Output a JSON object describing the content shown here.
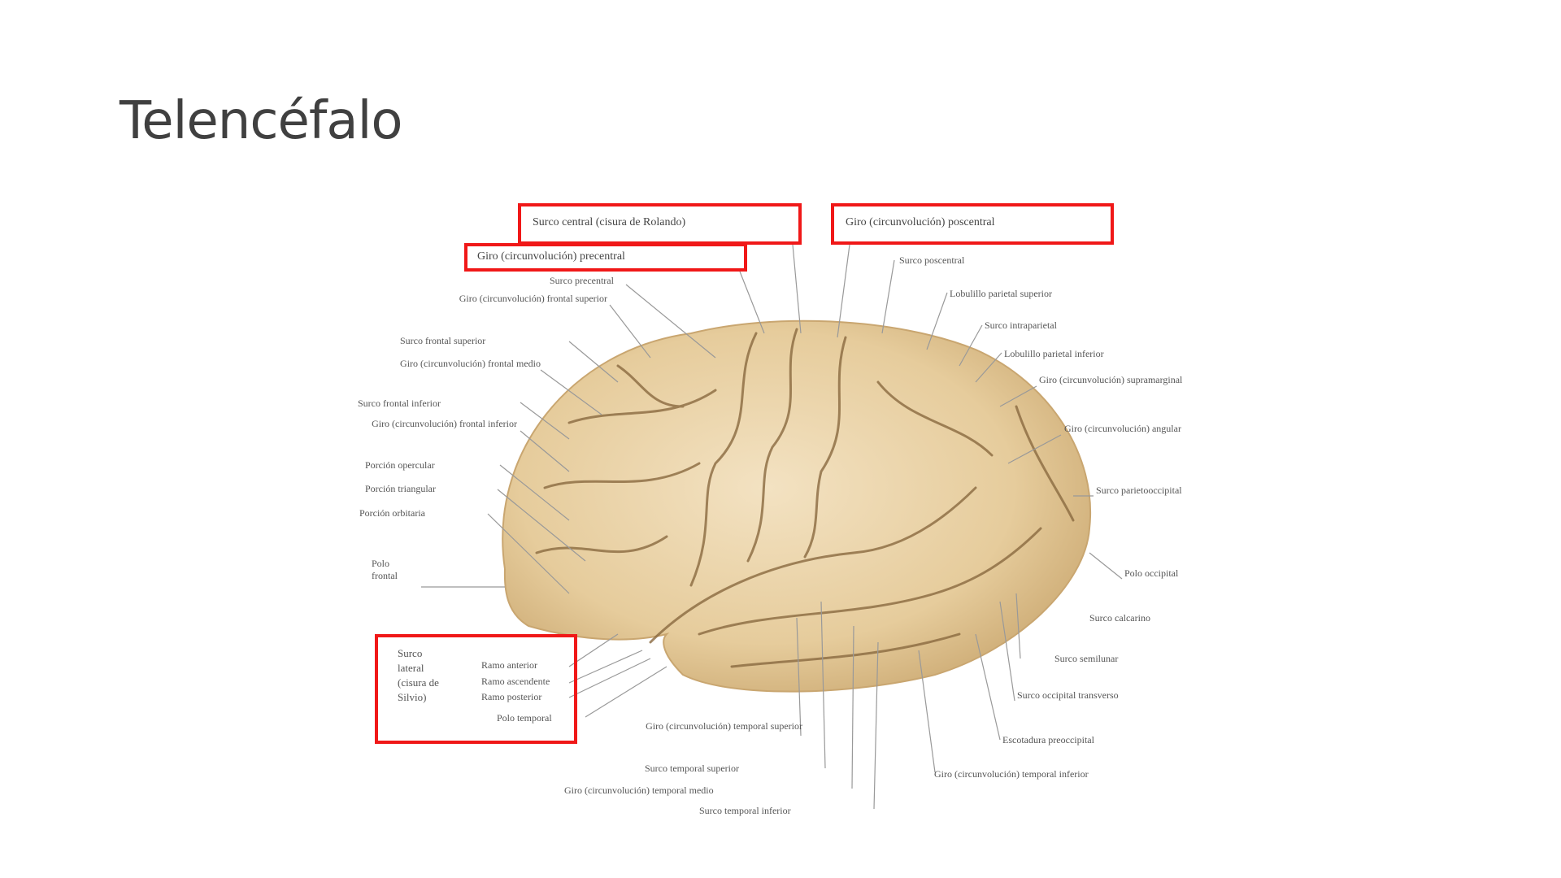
{
  "slide": {
    "title": "Telencéfalo"
  },
  "highlighted_labels": [
    "Surco central (cisura de Rolando)",
    "Giro (circunvolución) poscentral",
    "Giro (circunvolución) precentral"
  ],
  "lateral_sulcus_box": {
    "title": "Surco lateral (cisura de Silvio)",
    "branches": [
      "Ramo anterior",
      "Ramo ascendente",
      "Ramo posterior"
    ],
    "extra": "Polo temporal"
  },
  "labels_left": [
    "Surco precentral",
    "Giro (circunvolución) frontal superior",
    "Surco frontal superior",
    "Giro (circunvolución) frontal medio",
    "Surco frontal inferior",
    "Giro (circunvolución) frontal inferior",
    "Porción opercular",
    "Porción triangular",
    "Porción orbitaria",
    "Polo frontal"
  ],
  "labels_bottom": [
    "Giro (circunvolución) temporal superior",
    "Surco temporal superior",
    "Giro (circunvolución) temporal medio",
    "Surco temporal inferior",
    "Giro (circunvolución) temporal inferior"
  ],
  "labels_right": [
    "Surco poscentral",
    "Lobulillo parietal superior",
    "Surco intraparietal",
    "Lobulillo parietal inferior",
    "Giro (circunvolución) supramarginal",
    "Giro (circunvolución) angular",
    "Surco parietooccipital",
    "Polo occipital",
    "Surco calcarino",
    "Surco semilunar",
    "Surco occipital transverso",
    "Escotadura preoccipital"
  ],
  "colors": {
    "highlight": "#f01818",
    "brain": "#e9d2a8",
    "sulcus": "#8a6a40"
  }
}
